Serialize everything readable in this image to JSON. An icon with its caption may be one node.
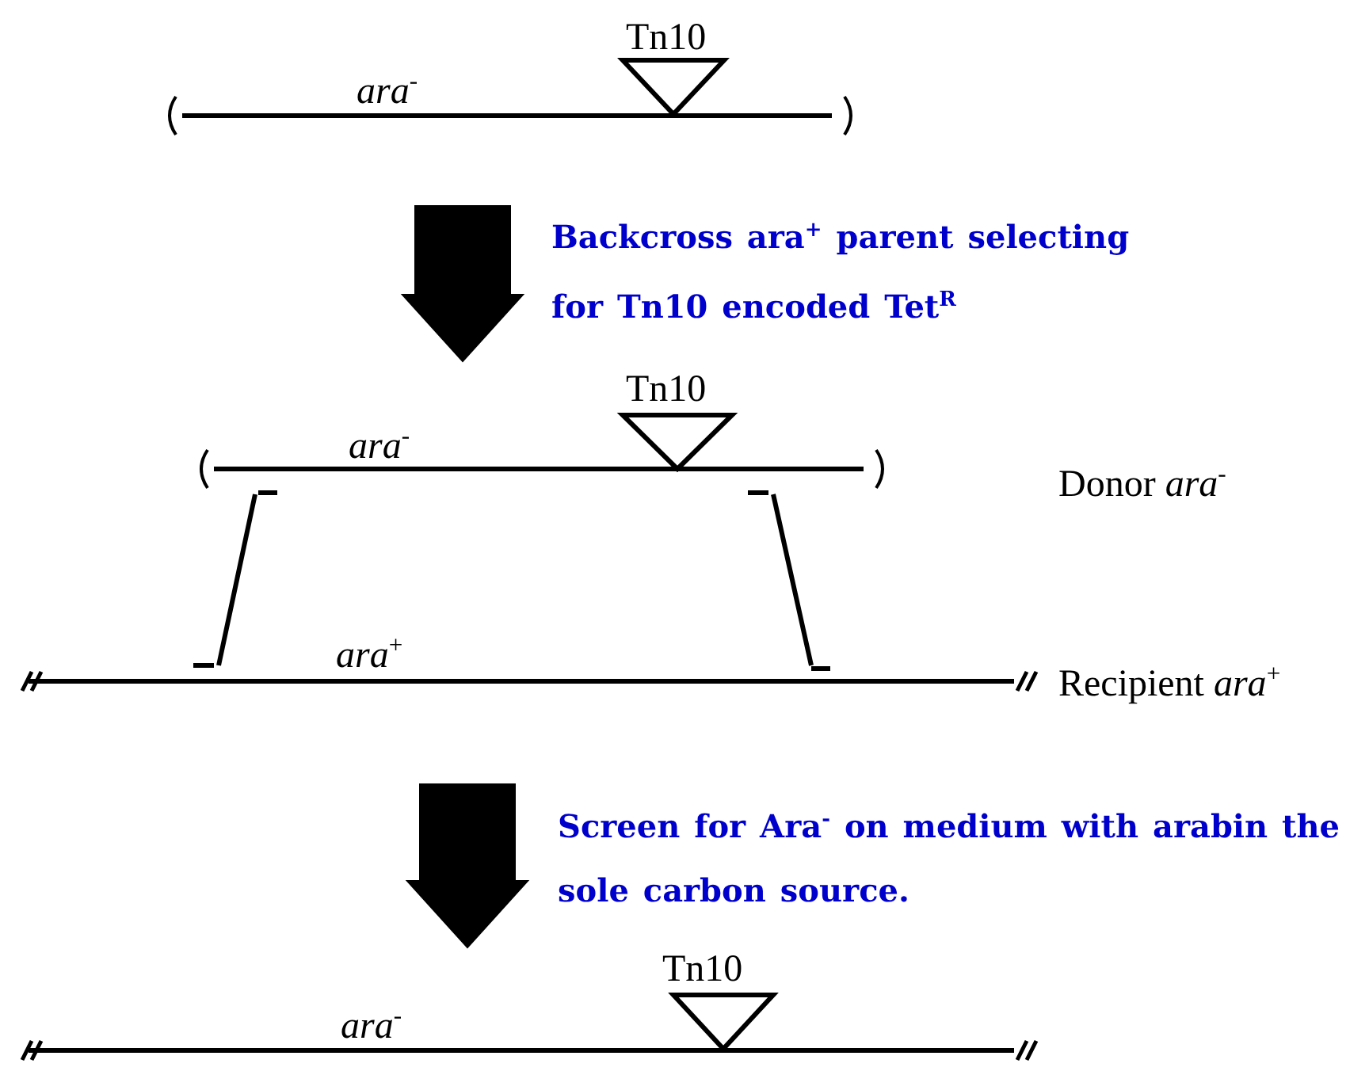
{
  "diagram": {
    "labels": [
      "Tn10",
      "*ara*$^{-}$",
      "Backcross ara$^{+}$ parent selecting for Tn10 encoded Tet$^{R}$",
      "Tn10",
      "*ara*$^{-}$",
      "Donor *ara*$^{-}$",
      "*ara*$^{+}$",
      "Recipient *ara*$^{+}$",
      "Screen for Ara$^{-}$ on medium with arabin the sole carbon source.",
      "Tn10",
      "*ara*$^{-}$"
    ]
  }
}
